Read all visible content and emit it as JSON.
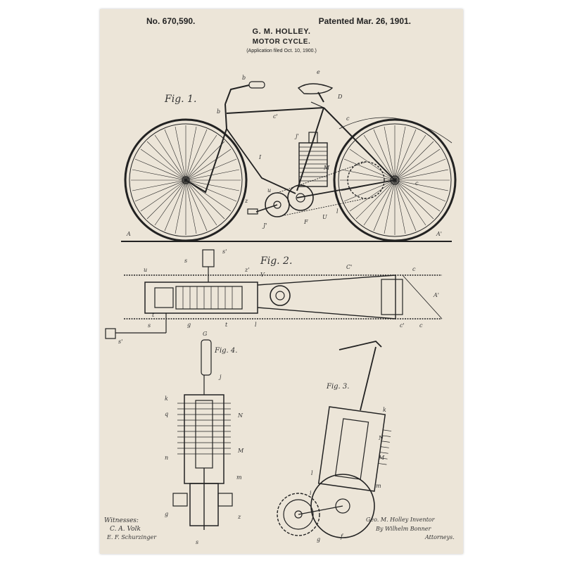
{
  "patent": {
    "number": "No. 670,590.",
    "date": "Patented Mar. 26, 1901.",
    "inventor": "G. M. HOLLEY.",
    "title": "MOTOR CYCLE.",
    "application": "(Application filed Oct. 10, 1900.)"
  },
  "figures": {
    "fig1": "Fig. 1.",
    "fig2": "Fig. 2.",
    "fig3": "Fig. 3.",
    "fig4": "Fig. 4."
  },
  "witnesses": {
    "heading": "Witnesses:",
    "names": [
      "C. A. Volk",
      "E. F. Schurzinger"
    ]
  },
  "signature": {
    "inventor_line": "Geo. M. Holley Inventor",
    "by_line": "By Wilhelm Bonner",
    "attorneys": "Attorneys."
  },
  "colors": {
    "paper": "#ece5d8",
    "ink": "#222222"
  }
}
